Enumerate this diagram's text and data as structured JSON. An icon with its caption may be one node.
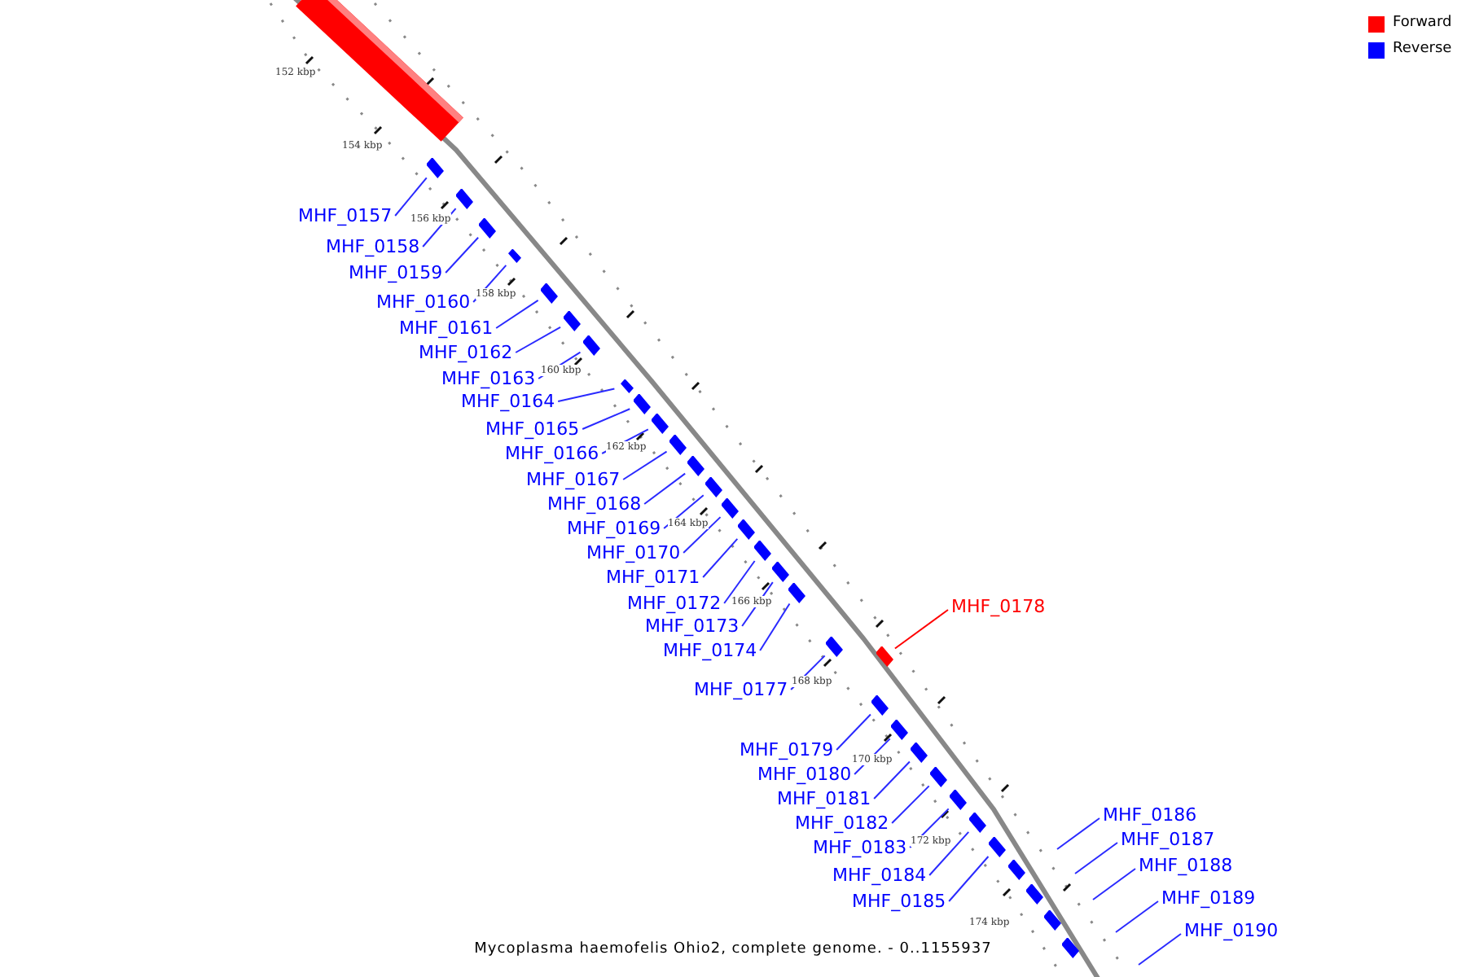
{
  "diagram": {
    "caption": "Mycoplasma haemofelis Ohio2, complete genome. - 0..1155937",
    "nodes": [
      {
        "text": [],
        "shape": "bar"
      },
      {
        "text": [
          "MHF_0157"
        ]
      },
      {
        "text": [],
        "shape": "bar"
      },
      {
        "text": [
          "MHF_0158"
        ]
      },
      {
        "text": [],
        "shape": "bar"
      },
      {
        "text": [
          "MHF_0159"
        ]
      },
      {
        "text": [],
        "shape": "bar"
      },
      {
        "text": [
          "MHF_0160"
        ]
      },
      {
        "text": [],
        "shape": "bar"
      },
      {
        "text": [
          "MHF_0161"
        ]
      },
      {
        "text": [],
        "shape": "bar"
      },
      {
        "text": [
          "MHF_0162"
        ]
      },
      {
        "text": [],
        "shape": "bar"
      },
      {
        "text": [
          "MHF_0163"
        ]
      },
      {
        "text": [],
        "shape": "bar"
      },
      {
        "text": [
          "MHF_0164"
        ]
      },
      {
        "text": [],
        "shape": "bar"
      },
      {
        "text": [
          "MHF_0165"
        ]
      },
      {
        "text": [],
        "shape": "bar"
      },
      {
        "text": [
          "MHF_0166"
        ]
      },
      {
        "text": [],
        "shape": "bar"
      },
      {
        "text": [
          "MHF_0167"
        ]
      },
      {
        "text": [],
        "shape": "bar"
      },
      {
        "text": [
          "MHF_0168"
        ]
      },
      {
        "text": [],
        "shape": "bar"
      },
      {
        "text": [
          "MHF_0169"
        ]
      },
      {
        "text": [],
        "shape": "bar"
      },
      {
        "text": [
          "MHF_0170"
        ]
      },
      {
        "text": [],
        "shape": "bar"
      },
      {
        "text": [
          "MHF_0171"
        ]
      },
      {
        "text": [],
        "shape": "bar"
      },
      {
        "text": [
          "MHF_0172"
        ]
      },
      {
        "text": [],
        "shape": "bar"
      },
      {
        "text": [
          "MHF_0173"
        ]
      },
      {
        "text": [],
        "shape": "bar"
      },
      {
        "text": [
          "MHF_0174"
        ]
      },
      {
        "text": [],
        "shape": "bar"
      },
      {
        "text": [
          "MHF_0177"
        ]
      },
      {
        "text": [],
        "shape": "bar"
      },
      {
        "text": [
          "MHF_0178"
        ]
      },
      {
        "text": [],
        "shape": "bar"
      },
      {
        "text": [
          "MHF_0179"
        ]
      },
      {
        "text": [],
        "shape": "bar"
      },
      {
        "text": [
          "MHF_0180"
        ]
      },
      {
        "text": [],
        "shape": "bar"
      },
      {
        "text": [
          "MHF_0181"
        ]
      },
      {
        "text": [],
        "shape": "bar"
      },
      {
        "text": [
          "MHF_0182"
        ]
      },
      {
        "text": [],
        "shape": "bar"
      },
      {
        "text": [
          "MHF_0183"
        ]
      },
      {
        "text": [],
        "shape": "bar"
      },
      {
        "text": [
          "MHF_0184"
        ]
      },
      {
        "text": [],
        "shape": "bar"
      },
      {
        "text": [
          "MHF_0185"
        ]
      },
      {
        "text": [],
        "shape": "bar"
      },
      {
        "text": [
          "MHF_0186"
        ]
      },
      {
        "text": [
          "MHF_0187"
        ]
      },
      {
        "text": [
          "MHF_0188"
        ]
      },
      {
        "text": [
          "MHF_0189"
        ]
      },
      {
        "text": [
          "MHF_0190"
        ]
      },
      {
        "text": [],
        "shape": "bar"
      },
      {
        "text": [],
        "shape": "bar"
      },
      {
        "text": [],
        "shape": "bar"
      },
      {
        "text": [],
        "shape": "bar"
      }
    ],
    "edges": [
      {
        "from": 1,
        "to": 2,
        "arrow": "none"
      },
      {
        "from": 3,
        "to": 4,
        "arrow": "none"
      },
      {
        "from": 5,
        "to": 6,
        "arrow": "none"
      },
      {
        "from": 7,
        "to": 8,
        "arrow": "none"
      },
      {
        "from": 9,
        "to": 10,
        "arrow": "none"
      },
      {
        "from": 11,
        "to": 12,
        "arrow": "none"
      },
      {
        "from": 13,
        "to": 14,
        "arrow": "none"
      },
      {
        "from": 15,
        "to": 16,
        "arrow": "none"
      },
      {
        "from": 17,
        "to": 18,
        "arrow": "none"
      },
      {
        "from": 19,
        "to": 20,
        "arrow": "none"
      },
      {
        "from": 21,
        "to": 22,
        "arrow": "none"
      },
      {
        "from": 23,
        "to": 24,
        "arrow": "none"
      },
      {
        "from": 25,
        "to": 26,
        "arrow": "none"
      },
      {
        "from": 27,
        "to": 28,
        "arrow": "none"
      },
      {
        "from": 29,
        "to": 30,
        "arrow": "none"
      },
      {
        "from": 31,
        "to": 32,
        "arrow": "none"
      },
      {
        "from": 33,
        "to": 34,
        "arrow": "none"
      },
      {
        "from": 35,
        "to": 36,
        "arrow": "none"
      },
      {
        "from": 37,
        "to": 38,
        "arrow": "none"
      },
      {
        "from": 39,
        "to": 40,
        "arrow": "none",
        "color": "#ff0000"
      },
      {
        "from": 41,
        "to": 42,
        "arrow": "none"
      },
      {
        "from": 43,
        "to": 44,
        "arrow": "none"
      },
      {
        "from": 45,
        "to": 46,
        "arrow": "none"
      },
      {
        "from": 47,
        "to": 48,
        "arrow": "none"
      },
      {
        "from": 49,
        "to": 50,
        "arrow": "none"
      },
      {
        "from": 51,
        "to": 52,
        "arrow": "none"
      },
      {
        "from": 53,
        "to": 54,
        "arrow": "none"
      },
      {
        "from": 55,
        "to": null,
        "arrow": "none"
      },
      {
        "from": 56,
        "to": null,
        "arrow": "none"
      },
      {
        "from": 57,
        "to": null,
        "arrow": "none"
      },
      {
        "from": 58,
        "to": null,
        "arrow": "none"
      },
      {
        "from": 59,
        "to": null,
        "arrow": "none"
      }
    ],
    "labels": [
      "152 kbp",
      "154 kbp",
      "156 kbp",
      "158 kbp",
      "160 kbp",
      "162 kbp",
      "164 kbp",
      "166 kbp",
      "168 kbp",
      "170 kbp",
      "172 kbp",
      "174 kbp"
    ],
    "legend": [
      {
        "text": "Forward",
        "color": "#ff0000"
      },
      {
        "text": "Reverse",
        "color": "#0000ff"
      }
    ]
  }
}
